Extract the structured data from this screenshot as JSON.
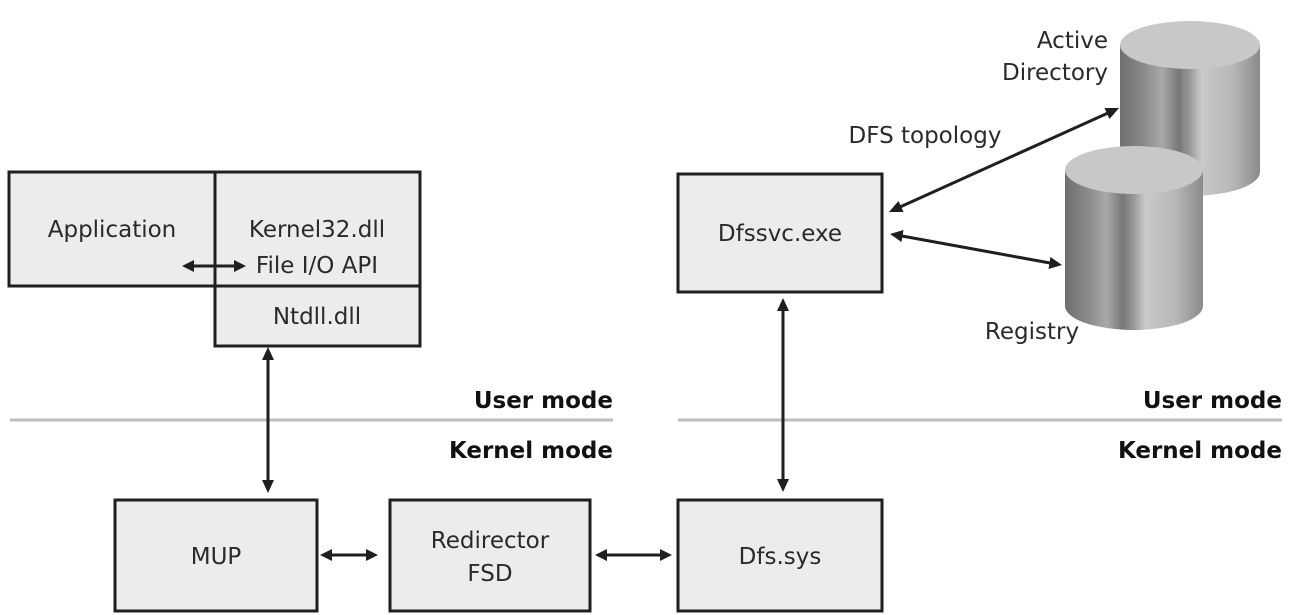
{
  "boxes": {
    "application": "Application",
    "kernel32_line1": "Kernel32.dll",
    "kernel32_line2": "File I/O API",
    "ntdll": "Ntdll.dll",
    "dfssvc": "Dfssvc.exe",
    "mup": "MUP",
    "redirector_line1": "Redirector",
    "redirector_line2": "FSD",
    "dfs_sys": "Dfs.sys"
  },
  "databases": {
    "active_directory_line1": "Active",
    "active_directory_line2": "Directory",
    "registry": "Registry"
  },
  "labels": {
    "dfs_topology": "DFS topology",
    "user_mode_left": "User mode",
    "kernel_mode_left": "Kernel mode",
    "user_mode_right": "User mode",
    "kernel_mode_right": "Kernel mode"
  },
  "colors": {
    "box_fill": "#ececec",
    "box_stroke": "#1f1f1f",
    "separator": "#bdbdbd",
    "cylinder_light": "#bdbdbd",
    "cylinder_dark": "#6f6f6f"
  }
}
